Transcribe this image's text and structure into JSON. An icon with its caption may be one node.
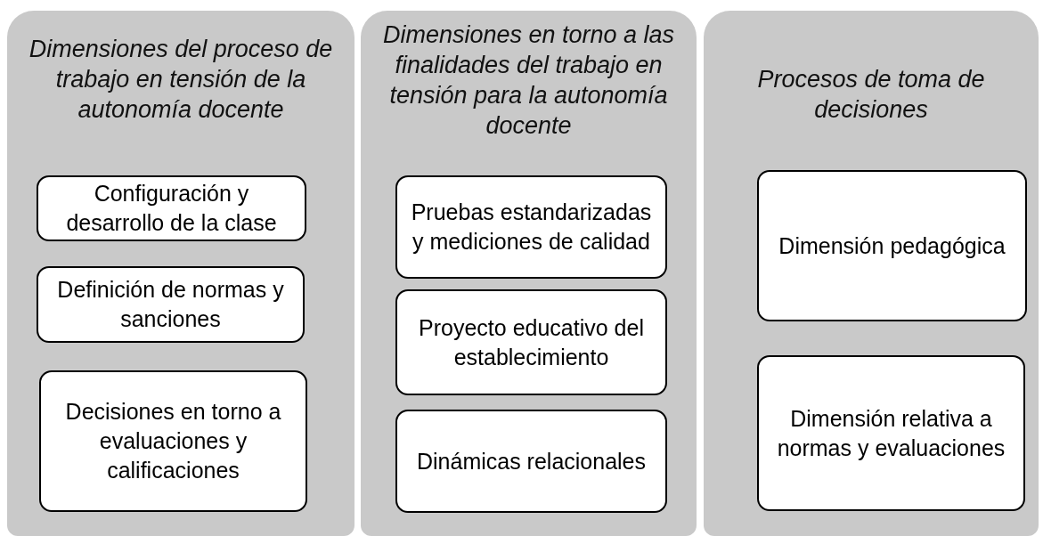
{
  "diagram": {
    "nodes": [
      {
        "text": [
          "Dimensiones del proceso de trabajo en tensión de la autonomía docente"
        ]
      },
      {
        "text": [
          "Configuración y desarrollo de la clase"
        ],
        "in": 0
      },
      {
        "text": [
          "Definición de normas y sanciones"
        ],
        "in": 0
      },
      {
        "text": [
          "Decisiones en torno a evaluaciones y calificaciones"
        ],
        "in": 0
      },
      {
        "text": [
          "Dimensiones en torno a las finalidades del trabajo en tensión para la autonomía docente"
        ]
      },
      {
        "text": [
          "Pruebas estandarizadas y mediciones de calidad"
        ],
        "in": 4
      },
      {
        "text": [
          "Proyecto educativo del establecimiento"
        ],
        "in": 4
      },
      {
        "text": [
          "Dinámicas relacionales"
        ],
        "in": 4
      },
      {
        "text": [
          "Procesos de toma de decisiones"
        ]
      },
      {
        "text": [
          "Dimensión pedagógica"
        ],
        "in": 8
      },
      {
        "text": [
          "Dimensión relativa a normas y evaluaciones"
        ],
        "in": 8
      }
    ]
  }
}
